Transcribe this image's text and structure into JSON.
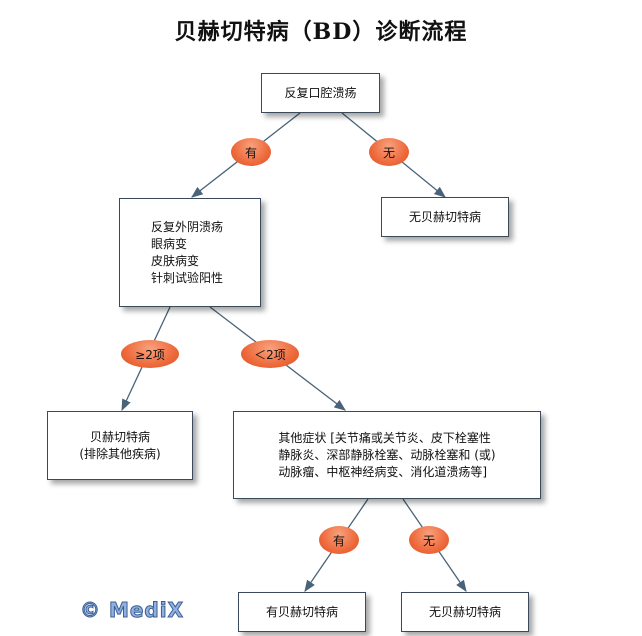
{
  "title": "贝赫切特病（BD）诊断流程",
  "colors": {
    "connector": "#4a6378",
    "oval_fill": "#ee6a3c",
    "box_border": "#3a4a5a",
    "logo": "#8fb0e0"
  },
  "nodes": {
    "root": "反复口腔溃疡",
    "no_bd_top": "无贝赫切特病",
    "criteria": [
      "反复外阴溃疡",
      "眼病变",
      "皮肤病变",
      "针刺试验阳性"
    ],
    "bd_confirmed": [
      "贝赫切特病",
      "(排除其他疾病)"
    ],
    "other_symptoms": [
      "其他症状 [关节痛或关节炎、皮下栓塞性",
      "静脉炎、深部静脉栓塞、动脉栓塞和 (或)",
      "动脉瘤、中枢神经病变、消化道溃疡等]"
    ],
    "has_bd": "有贝赫切特病",
    "no_bd_bottom": "无贝赫切特病"
  },
  "edges": {
    "yes_1": "有",
    "no_1": "无",
    "ge2": "≥2项",
    "lt2": "＜2项",
    "yes_2": "有",
    "no_2": "无"
  },
  "watermark": "© MediX"
}
